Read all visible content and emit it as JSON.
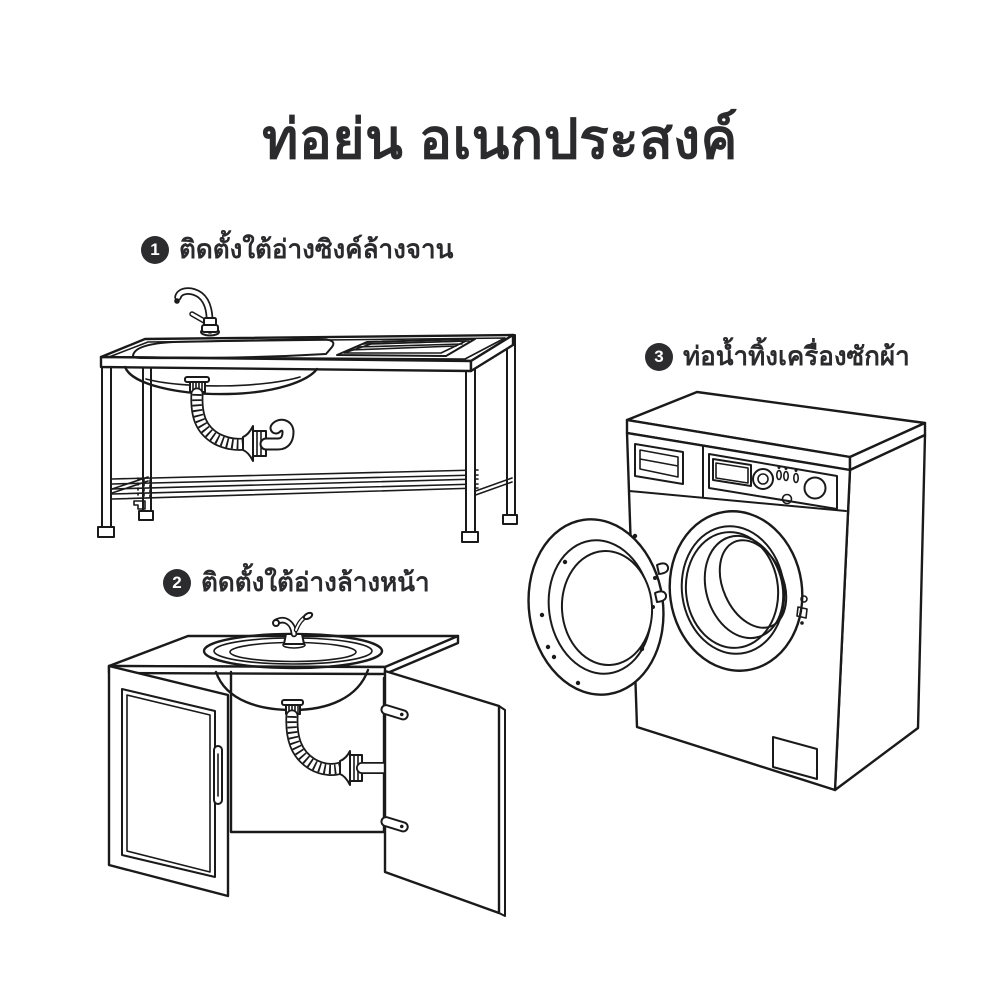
{
  "page": {
    "title": "ท่อย่น อเนกประสงค์",
    "background_color": "#ffffff",
    "text_color": "#2b2b2e",
    "line_color": "#1a1a1a",
    "badge_color": "#2c2c2f"
  },
  "labels": [
    {
      "number": "1",
      "text": "ติดตั้งใต้อ่างซิงค์ล้างจาน"
    },
    {
      "number": "2",
      "text": "ติดตั้งใต้อ่างล้างหน้า"
    },
    {
      "number": "3",
      "text": "ท่อน้ำทิ้งเครื่องซักผ้า"
    }
  ],
  "illustrations": [
    {
      "name": "kitchen-sink-line-drawing"
    },
    {
      "name": "bathroom-vanity-line-drawing"
    },
    {
      "name": "washing-machine-line-drawing"
    }
  ]
}
